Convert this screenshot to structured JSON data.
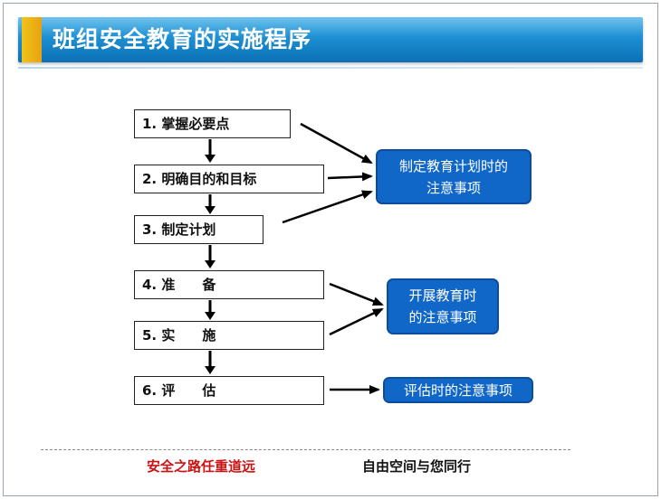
{
  "slide": {
    "title": "班组安全教育的实施程序"
  },
  "steps": [
    "1. 掌握必要点",
    "2. 明确目的和目标",
    "3. 制定计划",
    "4. 准　　备",
    "5. 实　　施",
    "6. 评　　估"
  ],
  "notes": {
    "plan": "制定教育计划时的注意事项",
    "plan_line1": "制定教育计划时的",
    "plan_line2": "注意事项",
    "implement_line1": "开展教育时",
    "implement_line2": "的注意事项",
    "evaluate": "评估时的注意事项"
  },
  "footer": {
    "slogan": "安全之路任重道远",
    "tagline": "自由空间与您同行"
  },
  "colors": {
    "title_bar": "#1d8fd2",
    "title_accent": "#f0c419",
    "note_fill": "#1067c8",
    "slogan": "#cc1111"
  }
}
